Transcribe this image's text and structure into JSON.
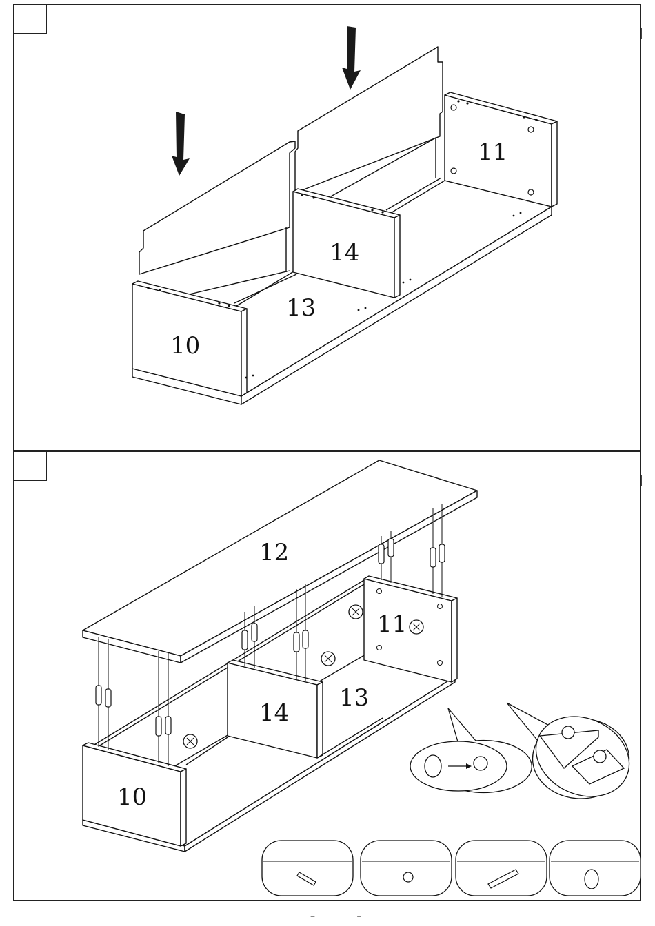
{
  "step1": {
    "step_number": "",
    "part_labels": {
      "p10": "10",
      "p11": "11",
      "p13": "13",
      "p14": "14"
    }
  },
  "step2": {
    "step_number": "",
    "part_labels": {
      "p10": "10",
      "p11": "11",
      "p12": "12",
      "p13": "13",
      "p14": "14"
    }
  },
  "hardware_legend": [
    {
      "icon": "dowel-with-cam-bolt-icon"
    },
    {
      "icon": "cam-lock-icon"
    },
    {
      "icon": "wooden-dowel-icon"
    },
    {
      "icon": "cam-cap-icon"
    }
  ],
  "footer": {
    "page_marks": "– –"
  },
  "colors": {
    "line": "#111111",
    "panel_fill": "#ffffff",
    "arrow": "#1a1a1a"
  }
}
